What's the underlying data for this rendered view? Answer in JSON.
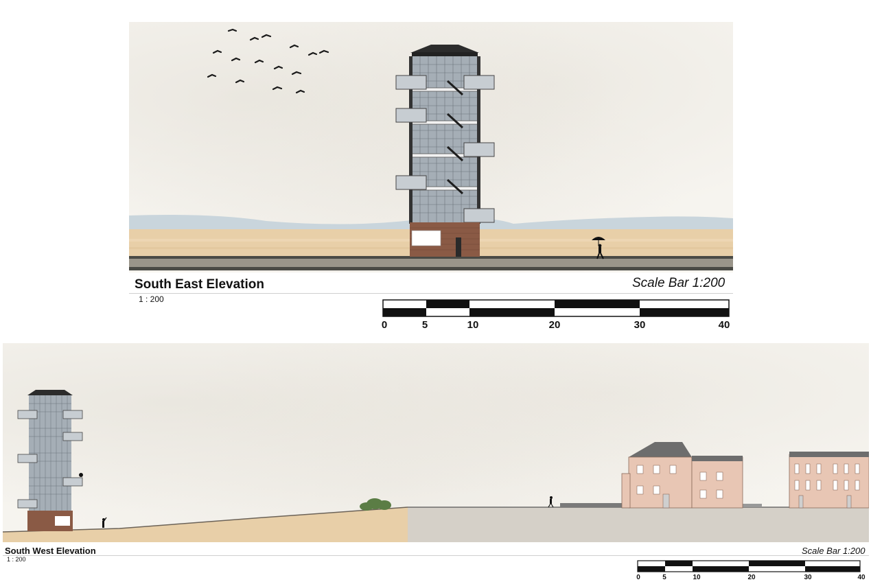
{
  "south_east": {
    "title": "South East Elevation",
    "scale_text": "1 : 200",
    "scale_label": "Scale Bar 1:200",
    "scale_ticks": [
      "0",
      "5",
      "10",
      "20",
      "30",
      "40"
    ]
  },
  "south_west": {
    "title": "South West Elevation",
    "scale_text": "1 : 200",
    "scale_label": "Scale Bar 1:200",
    "scale_ticks": [
      "0",
      "5",
      "10",
      "20",
      "30",
      "40"
    ]
  },
  "colors": {
    "sand": "#e8cfa8",
    "hills": "#c9d5dc",
    "ground": "#4a4a45",
    "brick": "#8a5a45",
    "glass": "#9aa4ad",
    "house": "#e8c6b4",
    "pavement": "#d5d0c8"
  }
}
